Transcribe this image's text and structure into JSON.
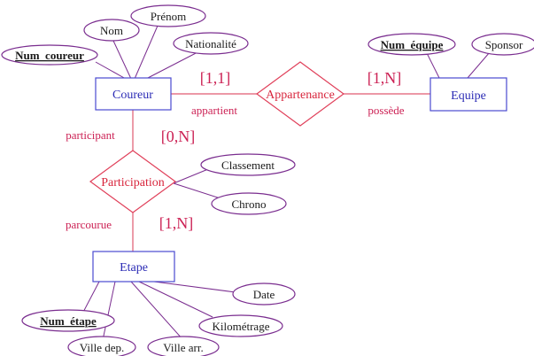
{
  "entities": {
    "coureur": "Coureur",
    "equipe": "Equipe",
    "etape": "Etape"
  },
  "relationships": {
    "appartenance": "Appartenance",
    "participation": "Participation"
  },
  "attributes": {
    "nom": "Nom",
    "prenom": "Prénom",
    "nationalite": "Nationalité",
    "num_coureur": "Num_coureur",
    "num_equipe": "Num_équipe",
    "sponsor": "Sponsor",
    "classement": "Classement",
    "chrono": "Chrono",
    "date": "Date",
    "kilometrage": "Kilométrage",
    "num_etape": "Num_étape",
    "ville_dep": "Ville dep.",
    "ville_arr": "Ville arr."
  },
  "cardinalities": {
    "coureur_appartenance": "[1,1]",
    "equipe_appartenance": "[1,N]",
    "coureur_participation": "[0,N]",
    "etape_participation": "[1,N]"
  },
  "roles": {
    "appartient": "appartient",
    "possede": "possède",
    "participant": "participant",
    "parcourue": "parcourue"
  },
  "colors": {
    "entity_stroke": "#4a4ad0",
    "entity_text": "#2b2bb5",
    "attribute_stroke": "#7a2d8f",
    "relationship_stroke": "#e0405a",
    "relationship_text": "#d8263d",
    "cardinality": "#cc2255",
    "link_line": "#e05a70"
  }
}
